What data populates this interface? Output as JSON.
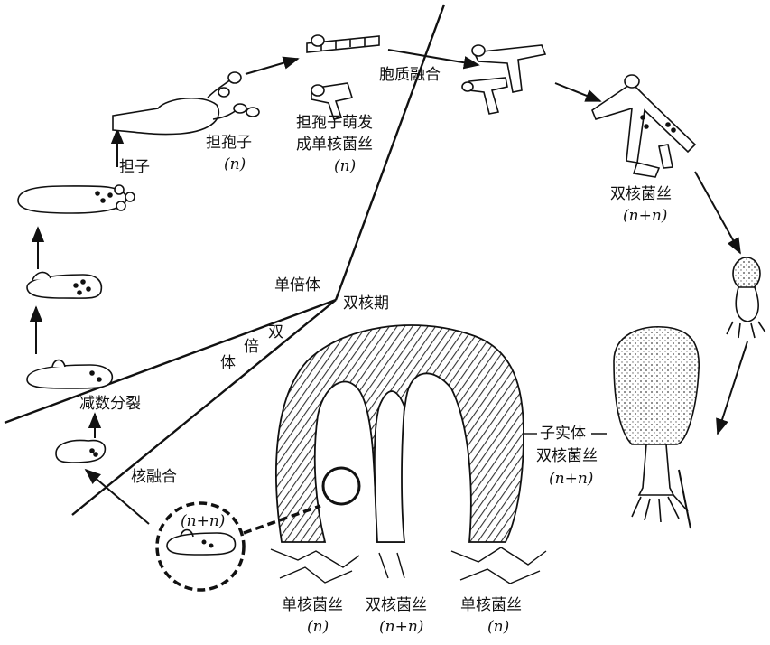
{
  "diagram": {
    "labels": {
      "basidium": "担子",
      "basidiospore": "担孢子",
      "basidiospore_ploidy": "(n)",
      "spore_germination_line1": "担孢子萌发",
      "spore_germination_line2": "成单核菌丝",
      "spore_germination_ploidy": "(n)",
      "plasmogamy": "胞质融合",
      "dikaryotic_hyphae_top": "双核菌丝",
      "dikaryotic_hyphae_top_ploidy": "(n+n)",
      "haploid": "单倍体",
      "dikaryon_phase": "双核期",
      "diploid_chars": [
        "双",
        "倍",
        "体"
      ],
      "meiosis": "减数分裂",
      "karyogamy": "核融合",
      "inset_ploidy": "(n+n)",
      "fruiting_body_line1": "子实体",
      "fruiting_body_line2": "双核菌丝",
      "fruiting_body_ploidy": "(n+n)",
      "bottom_left": "单核菌丝",
      "bottom_left_ploidy": "(n)",
      "bottom_mid": "双核菌丝",
      "bottom_mid_ploidy": "(n+n)",
      "bottom_right": "单核菌丝",
      "bottom_right_ploidy": "(n)"
    },
    "colors": {
      "ink": "#111111",
      "paper": "#ffffff",
      "cap_shade": "#2a2a2a"
    }
  }
}
